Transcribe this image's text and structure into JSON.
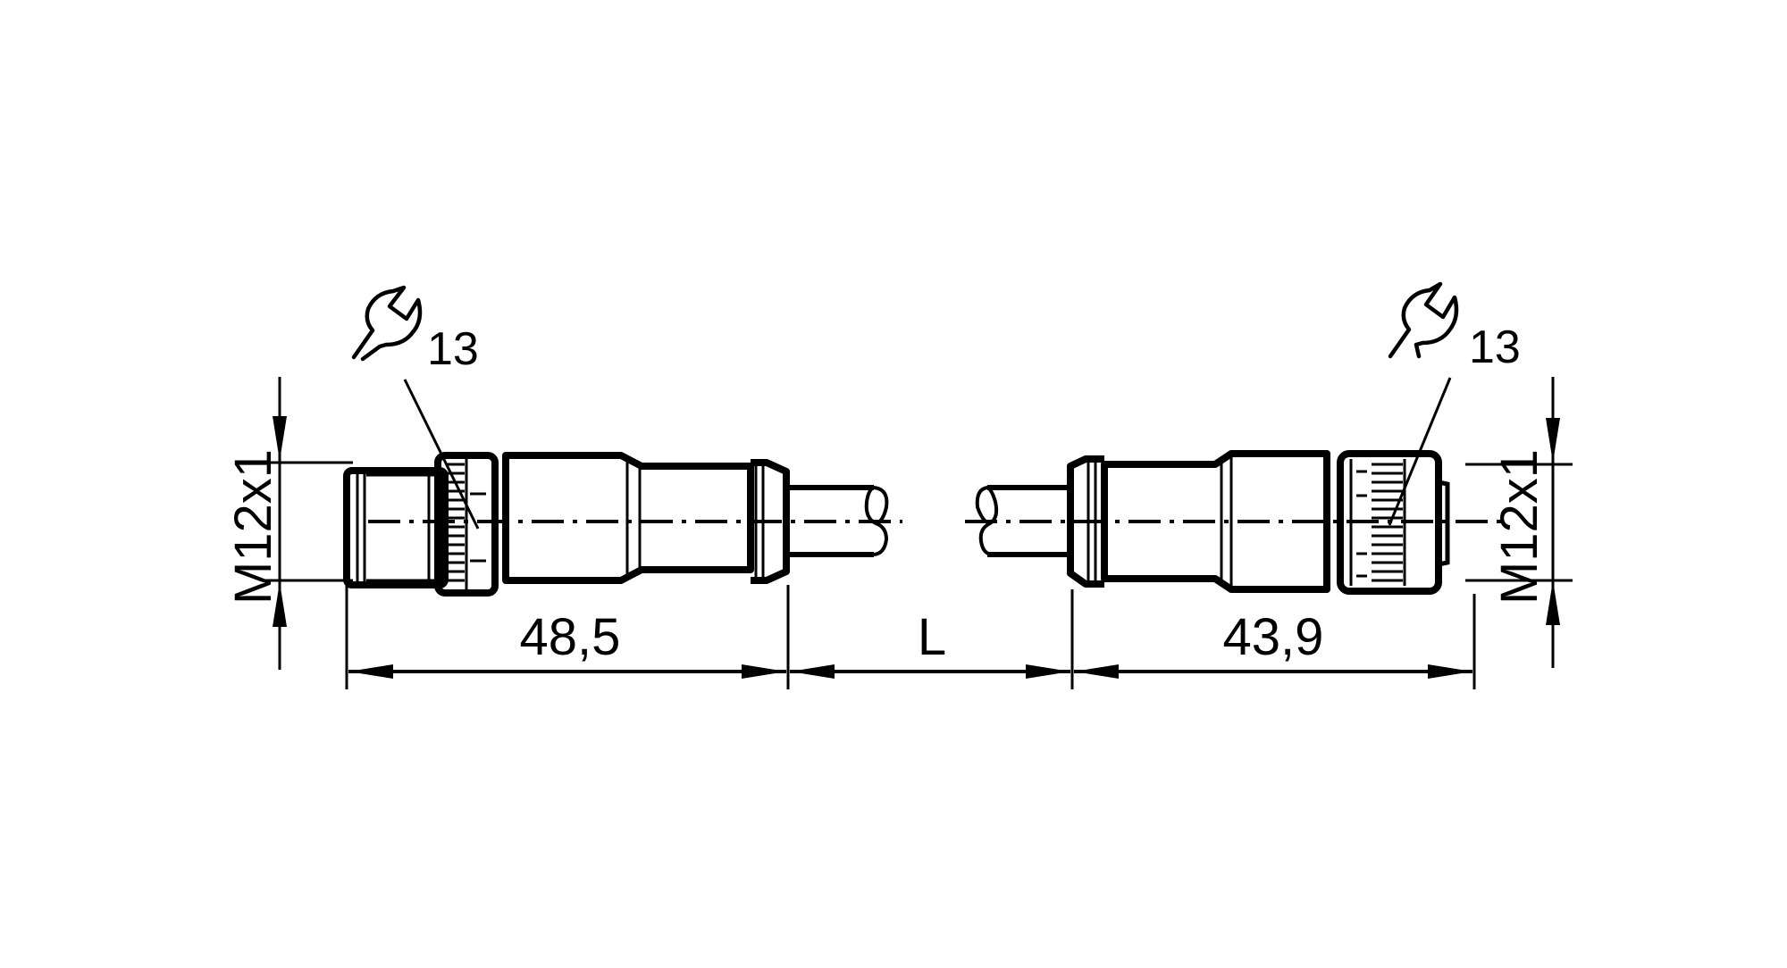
{
  "drawing": {
    "title": "Connection cable M12 male / M12 female dimensional drawing",
    "colors": {
      "line": "#000000",
      "background": "#ffffff"
    },
    "left_connector": {
      "thread_label": "M12x1",
      "wrench_icon": "wrench-icon",
      "wrench_size": "13",
      "length_label": "48,5"
    },
    "cable": {
      "length_label": "L"
    },
    "right_connector": {
      "thread_label": "M12x1",
      "wrench_icon": "wrench-icon",
      "wrench_size": "13",
      "length_label": "43,9"
    }
  }
}
